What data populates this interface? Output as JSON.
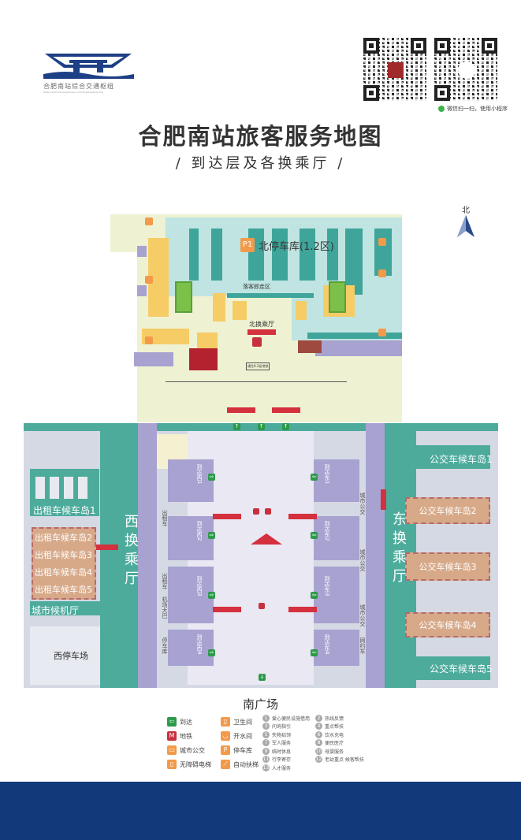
{
  "header": {
    "logo_name": "合肥南站综合交通枢纽",
    "logo_subtitle": "Hefei South Comprehensive Commuteroading Hub",
    "qr_caption": "微信扫一扫，使用小程序",
    "title": "合肥南站旅客服务地图",
    "subtitle": "/ 到达层及各换乘厅 /"
  },
  "compass": {
    "label": "北"
  },
  "north": {
    "parking": "北停车库(1.2区)",
    "parking_badge": "P1",
    "pickup": "落客即走区",
    "hall": "北换乘厅",
    "metro": "通往8.2促地铁"
  },
  "west": {
    "hall": "西换乘厅",
    "taxi_islands": [
      "出租车候车岛1",
      "出租车候车岛2",
      "出租车候车岛3",
      "出租车候车岛4",
      "出租车候车岛5"
    ],
    "airport_hall": "城市候机厅",
    "parking": "西停车场",
    "side_labels": [
      "出租车",
      "出租车",
      "机场大巴",
      "停车库"
    ]
  },
  "east": {
    "hall": "东换乘厅",
    "bus_islands": [
      "公交车候车岛1",
      "公交车候车岛2",
      "公交车候车岛3",
      "公交车候车岛4",
      "公交车候车岛5"
    ],
    "side_labels": [
      "城市公交",
      "城市公交",
      "城市公交",
      "网约车"
    ]
  },
  "center": {
    "exits_west": [
      "到达西1",
      "到达西2",
      "到达西3",
      "到达西4"
    ],
    "exits_east": [
      "到达东1",
      "到达东2",
      "到达东3",
      "到达东4"
    ],
    "south_plaza": "南广场"
  },
  "legend": {
    "icons": [
      {
        "label": "到达",
        "color": "#2d9a4a",
        "glyph": "⇦"
      },
      {
        "label": "地铁",
        "color": "#c8303d",
        "glyph": "M"
      },
      {
        "label": "城市公交",
        "color": "#f29a4a",
        "glyph": "▭"
      },
      {
        "label": "无障碍电梯",
        "color": "#f29a4a",
        "glyph": "▯"
      },
      {
        "label": "卫生间",
        "color": "#f29a4a",
        "glyph": "▯"
      },
      {
        "label": "开水间",
        "color": "#f29a4a",
        "glyph": "◡"
      },
      {
        "label": "停车库",
        "color": "#f29a4a",
        "glyph": "P"
      },
      {
        "label": "自动扶梯",
        "color": "#f29a4a",
        "glyph": "⟋"
      }
    ],
    "services_a": [
      {
        "n": "1",
        "label": "爱心便民设施借用"
      },
      {
        "n": "3",
        "label": "问询指引"
      },
      {
        "n": "5",
        "label": "失物招领"
      },
      {
        "n": "7",
        "label": "军人服务"
      },
      {
        "n": "9",
        "label": "临时休息"
      },
      {
        "n": "11",
        "label": "行李寄存"
      },
      {
        "n": "13",
        "label": "人才服务"
      }
    ],
    "services_b": [
      {
        "n": "2",
        "label": "热线反馈"
      },
      {
        "n": "4",
        "label": "重点帮扶"
      },
      {
        "n": "6",
        "label": "饮水充电"
      },
      {
        "n": "8",
        "label": "便民医疗"
      },
      {
        "n": "10",
        "label": "母婴服务"
      },
      {
        "n": "12",
        "label": "老幼重点 候客帮扶"
      }
    ]
  },
  "colors": {
    "navy": "#123a7a",
    "teal": "#5bb7a4",
    "purple": "#a8a2d1",
    "orange": "#f29a4a",
    "red": "#d4303d"
  }
}
